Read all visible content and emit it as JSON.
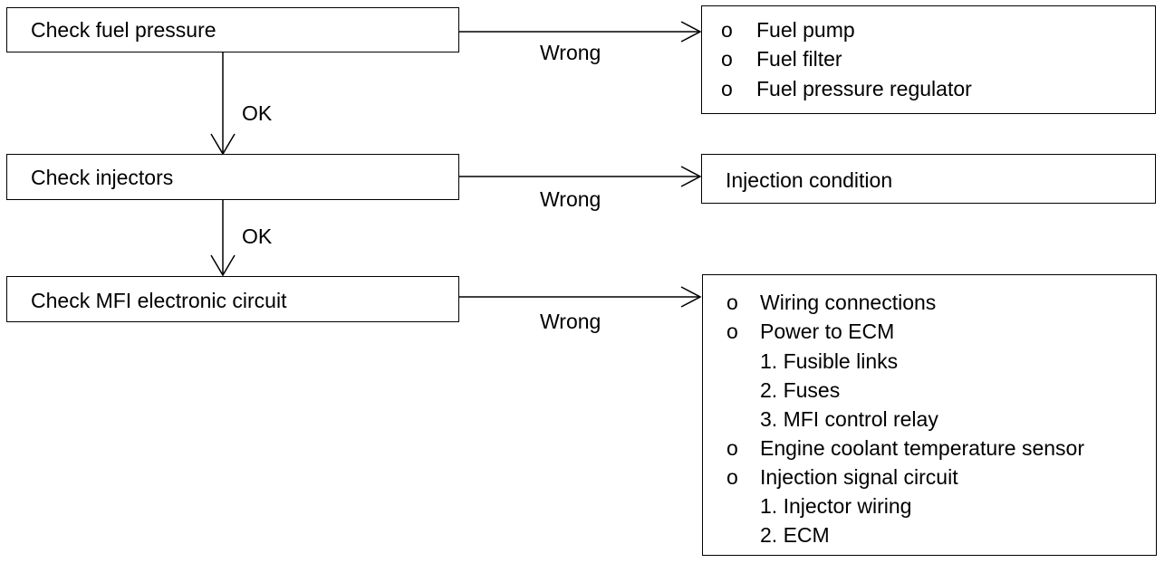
{
  "steps": [
    {
      "label": "Check fuel pressure"
    },
    {
      "label": "Check injectors"
    },
    {
      "label": "Check MFI electronic circuit"
    }
  ],
  "edge_labels": {
    "wrong": "Wrong",
    "ok": "OK"
  },
  "results": {
    "fuel": {
      "items": [
        "Fuel pump",
        "Fuel filter",
        "Fuel pressure regulator"
      ]
    },
    "injectors": {
      "text": "Injection condition"
    },
    "circuit": {
      "items": [
        {
          "bullet": "o",
          "text": "Wiring connections"
        },
        {
          "bullet": "o",
          "text": "Power to ECM"
        },
        {
          "bullet": "",
          "text": "1. Fusible links"
        },
        {
          "bullet": "",
          "text": "2. Fuses"
        },
        {
          "bullet": "",
          "text": "3. MFI control relay"
        },
        {
          "bullet": "o",
          "text": "Engine coolant temperature sensor"
        },
        {
          "bullet": "o",
          "text": "Injection signal circuit"
        },
        {
          "bullet": "",
          "text": "1. Injector wiring"
        },
        {
          "bullet": "",
          "text": "2. ECM"
        }
      ]
    }
  },
  "bullet_symbol": "o"
}
